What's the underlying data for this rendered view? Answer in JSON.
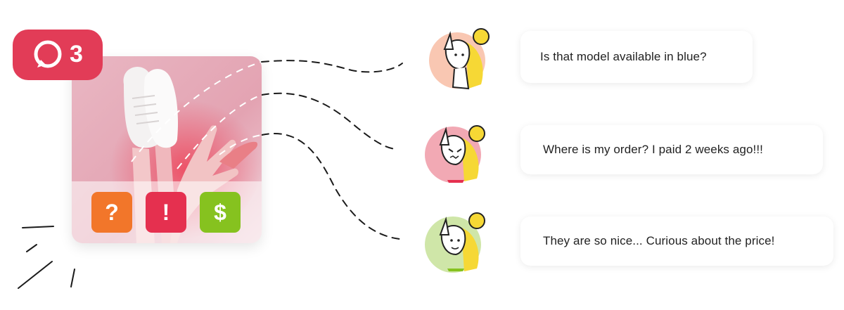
{
  "notification": {
    "icon": "chat-bubble-icon",
    "count": "3",
    "color": "#e23c57"
  },
  "post": {
    "image": "sneakers-on-pink-photo",
    "buttons": [
      {
        "name": "question",
        "label": "?",
        "color": "#f2762a"
      },
      {
        "name": "exclamation",
        "label": "!",
        "color": "#e5304f"
      },
      {
        "name": "dollar",
        "label": "$",
        "color": "#86c21f"
      }
    ]
  },
  "comments": [
    {
      "avatar_bg": "#f9c7b2",
      "text": "Is that model available in blue?"
    },
    {
      "avatar_bg": "#f2a9b4",
      "text": "Where is my order? I paid 2 weeks ago!!!"
    },
    {
      "avatar_bg": "#cfe6a8",
      "text": "They are so nice... Curious about the price!"
    }
  ]
}
